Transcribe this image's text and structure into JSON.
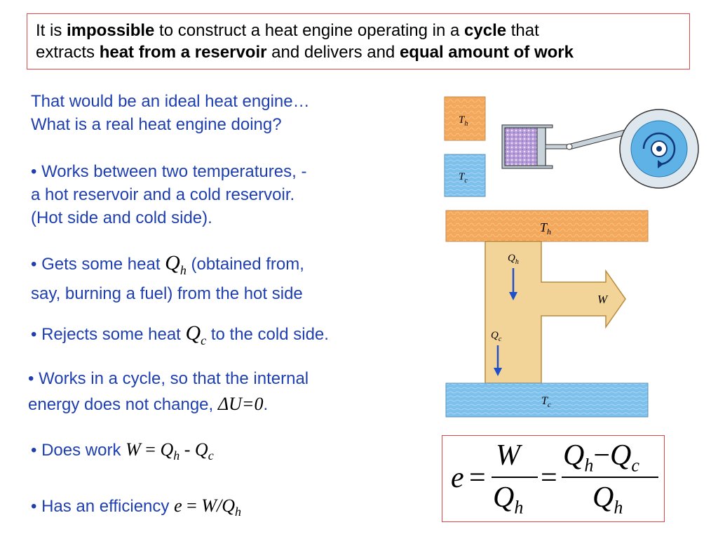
{
  "title": {
    "p1": "It is ",
    "b1": "impossible",
    "p2": " to construct a heat engine operating in a ",
    "b2": "cycle",
    "p3": " that",
    "p4": "extracts ",
    "b3": "heat from a reservoir",
    "p5": " and delivers and ",
    "b4": "equal amount of work"
  },
  "intro": {
    "line1": "That would be an ideal heat engine…",
    "line2": "What is a real heat engine doing?"
  },
  "bullets": {
    "b1_line1": "• Works between two temperatures, -",
    "b1_line2": "a hot reservoir and a cold reservoir.",
    "b1_line3": "(Hot side and cold side).",
    "b2_pre": "• Gets some heat ",
    "b2_post": " (obtained from,",
    "b2_line2": "say, burning a fuel) from the hot side",
    "b3_pre": "• Rejects some heat ",
    "b3_post": " to the cold side.",
    "b4_line1": "• Works in a cycle, so that the internal",
    "b4_pre": "energy does not change, ",
    "b4_math": "ΔU=0",
    "b4_post": ".",
    "b5_pre": "• Does work ",
    "b6_pre": "• Has an efficiency "
  },
  "symbols": {
    "Q": "Q",
    "h": "h",
    "c": "c",
    "W": "W",
    "e": "e",
    "eq": "=",
    "minus_dash": "-",
    "minus": "−",
    "slash": "/",
    "Th": "T",
    "Tc": "T"
  },
  "figure": {
    "W_label": "W"
  },
  "colors": {
    "hot": "#f3a55a",
    "cold": "#6fb6e8",
    "flow": "#f2d398",
    "accent_blue": "#1f3fb0",
    "border_red": "#e04848"
  }
}
